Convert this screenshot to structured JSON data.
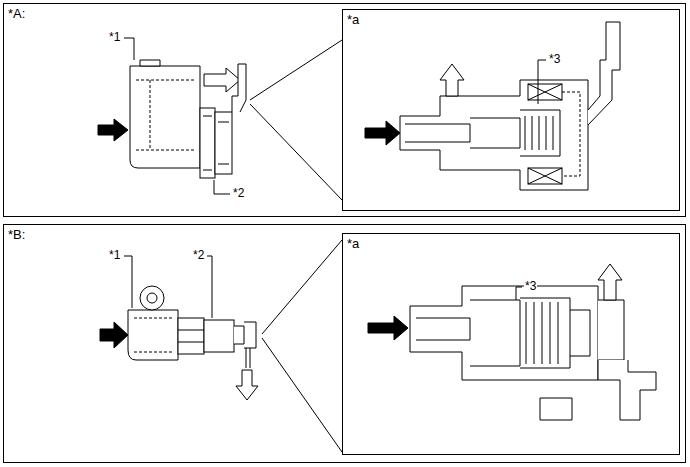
{
  "diagram": {
    "nodes": [
      {
        "text": [
          "*A:"
        ]
      },
      {
        "text": [
          "*a"
        ],
        "in": 0
      },
      {
        "text": [
          "*B:"
        ]
      },
      {
        "text": [
          "*a"
        ],
        "in": 2
      }
    ],
    "labels": [
      "*1",
      "*2",
      "*3",
      "*1",
      "*2",
      "*3"
    ]
  }
}
